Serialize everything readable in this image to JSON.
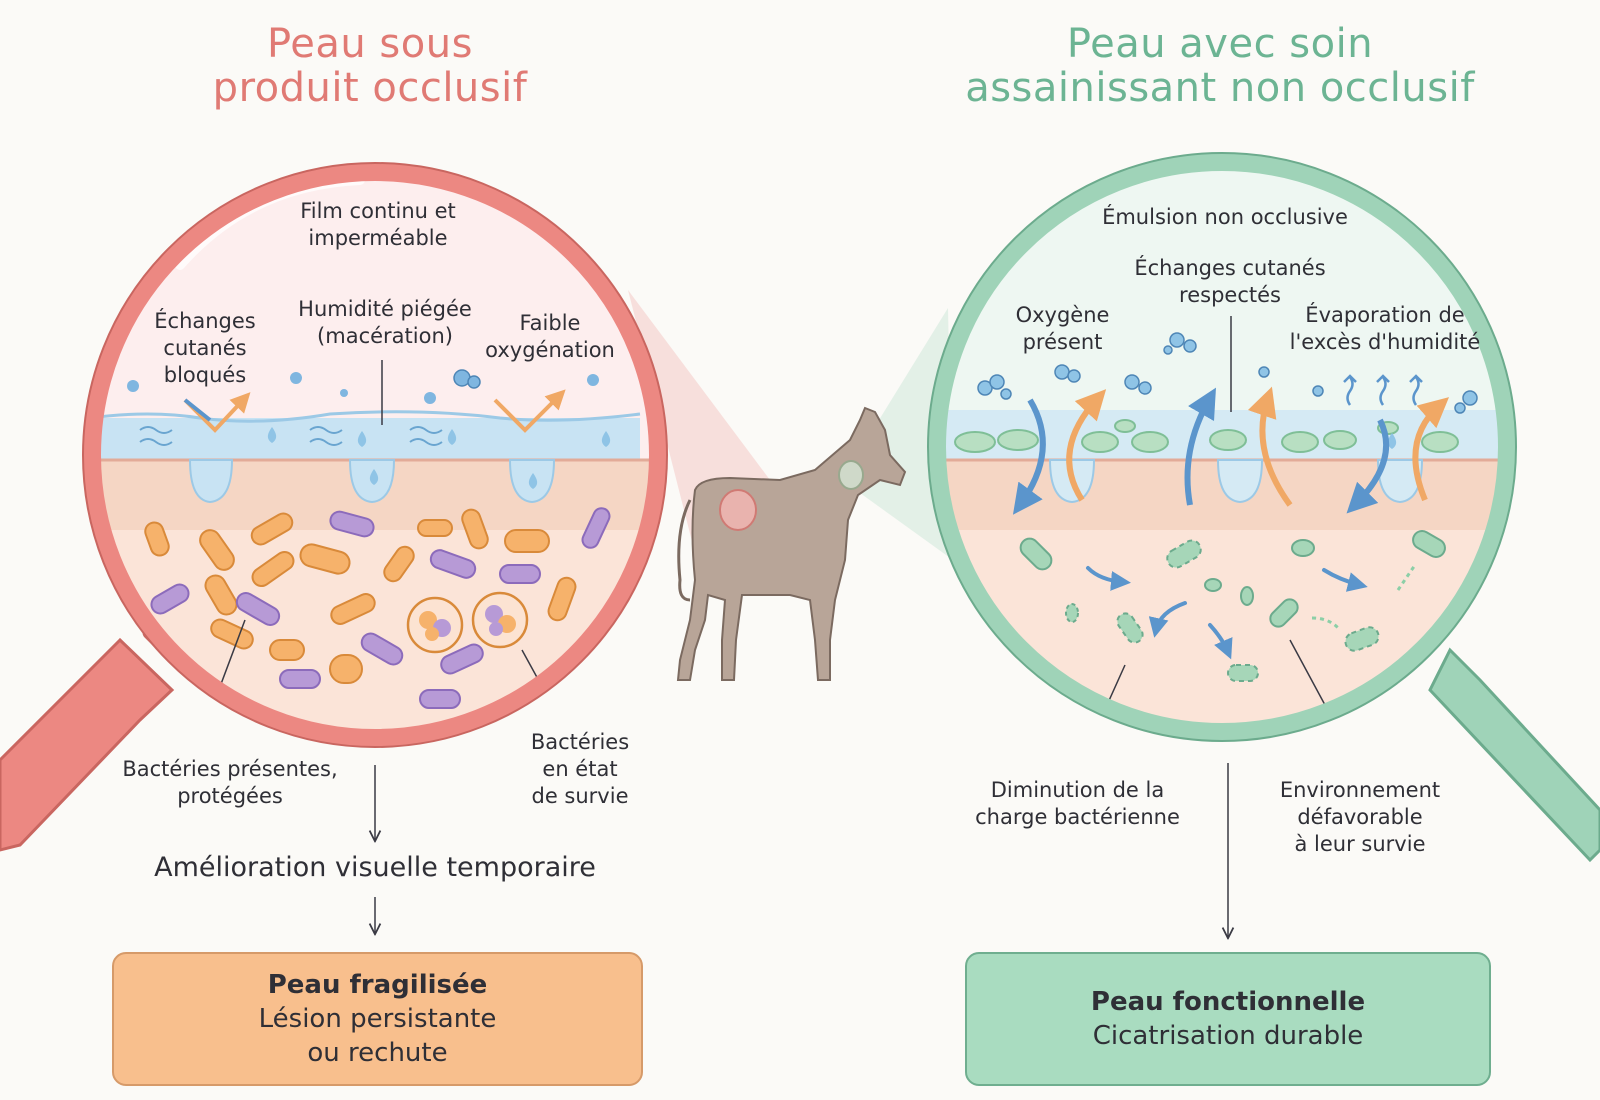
{
  "left_panel": {
    "title": [
      "Peau sous",
      "produit occlusif"
    ],
    "labels": {
      "film": [
        "Film continu et",
        "imperméable"
      ],
      "exchanges_blocked": [
        "Échanges",
        "cutanés",
        "bloqués"
      ],
      "trapped_humidity": [
        "Humidité piégée",
        "(macération)"
      ],
      "low_oxygen": [
        "Faible",
        "oxygénation"
      ],
      "bacteria_protected": [
        "Bactéries présentes,",
        "protégées"
      ],
      "bacteria_survival": [
        "Bactéries",
        "en état",
        "de survie"
      ]
    },
    "flow_text": "Amélioration visuelle temporaire",
    "result": {
      "bold": "Peau fragilisée",
      "lines": [
        "Lésion persistante",
        "ou rechute"
      ]
    },
    "accent_color": "#e07a74",
    "box_color": "#f8bf8d"
  },
  "right_panel": {
    "title": [
      "Peau avec soin",
      "assainissant non occlusif"
    ],
    "labels": {
      "emulsion": "Émulsion non occlusive",
      "exchanges_respected": [
        "Échanges cutanés",
        "respectés"
      ],
      "oxygen_present": [
        "Oxygène",
        "présent"
      ],
      "evaporation": [
        "Évaporation de",
        "l'excès d'humidité"
      ],
      "bacterial_load": [
        "Diminution de la",
        "charge bactérienne"
      ],
      "unfavorable_env": [
        "Environnement",
        "défavorable",
        "à leur survie"
      ]
    },
    "result": {
      "bold": "Peau fonctionnelle",
      "lines": [
        "Cicatrisation durable"
      ]
    },
    "accent_color": "#6cb493",
    "box_color": "#a9dcc0"
  },
  "center_icon": "horse-icon"
}
